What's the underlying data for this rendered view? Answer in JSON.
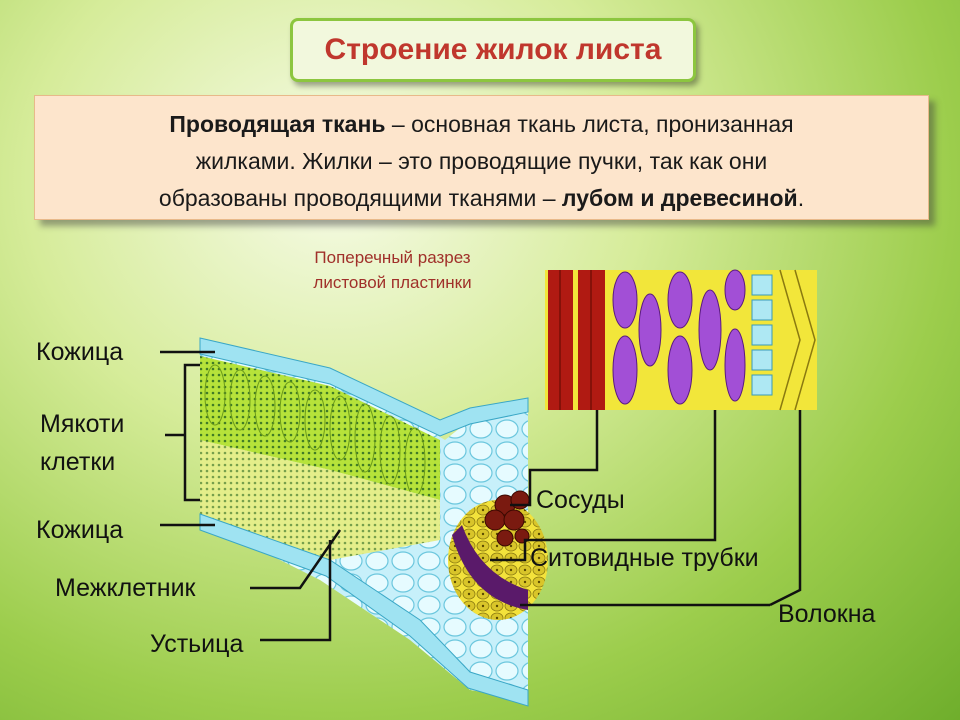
{
  "title": "Строение жилок листа",
  "definition": {
    "term": "Проводящая ткань",
    "text1": " – основная ткань листа, пронизанная",
    "text2": "жилками. Жилки – это проводящие пучки, так как они",
    "text3": "образованы проводящими тканями – ",
    "emph": "лубом и древесиной",
    "end": "."
  },
  "caption": {
    "line1": "Поперечный разрез",
    "line2": "листовой пластинки"
  },
  "labels": {
    "epidermis_top": "Кожица",
    "mesophyll_1": "Мякоти",
    "mesophyll_2": "клетки",
    "epidermis_bottom": "Кожица",
    "intercellular": "Межклетник",
    "stoma": "Устьица",
    "vessels": "Сосуды",
    "sieve_tubes": "Ситовидные трубки",
    "fibers": "Волокна"
  },
  "colors": {
    "title": "#c0372d",
    "epidermis": "#9fe3f2",
    "palisade": "#b6e33a",
    "vessels": "#7a1a10",
    "phloem": "#5a1a6a",
    "fiber_yellow": "#f2e63a",
    "purple_cell": "#a24fd6"
  }
}
